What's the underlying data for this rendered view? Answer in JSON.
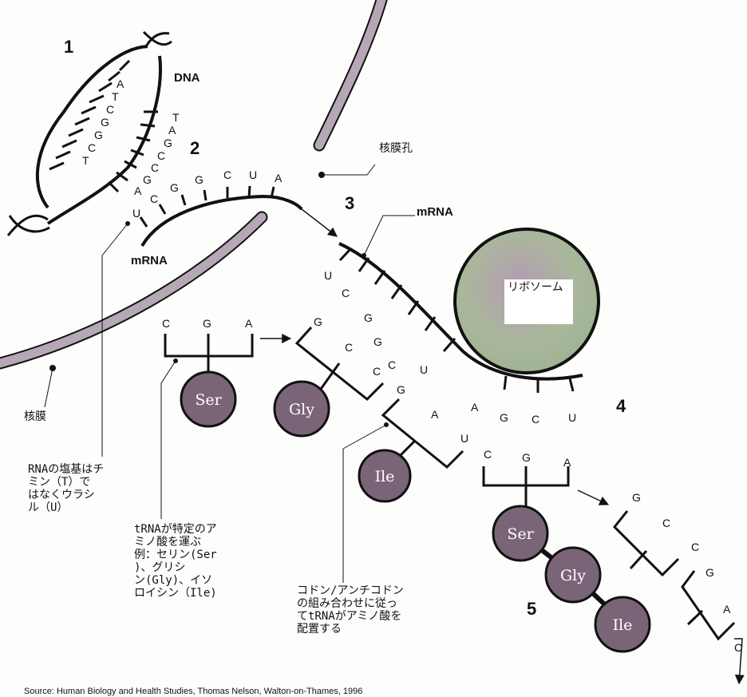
{
  "steps": [
    "1",
    "2",
    "3",
    "4",
    "5"
  ],
  "labels": {
    "dna": "DNA",
    "mrna_left": "mRNA",
    "mrna_right": "mRNA",
    "nuclear_pore": "核膜孔",
    "nuclear_membrane": "核膜",
    "ribosome": "リボソーム"
  },
  "dna_bases": {
    "left": [
      "A",
      "T",
      "C",
      "G",
      "G",
      "C",
      "T"
    ],
    "right": [
      "T",
      "A",
      "G",
      "C",
      "C",
      "G",
      "A"
    ]
  },
  "transcript_bases": [
    "U",
    "C",
    "G",
    "G",
    "C",
    "U",
    "A"
  ],
  "mrna_bases": [
    "U",
    "C",
    "G",
    "G",
    "C",
    "U",
    "A",
    "G",
    "C",
    "U"
  ],
  "trna_free": {
    "anticodon": [
      "C",
      "G",
      "A"
    ],
    "amino_acid": "Ser"
  },
  "trna_bound": [
    {
      "anticodon": [
        "G",
        "C",
        "C"
      ],
      "amino_acid": "Gly"
    },
    {
      "anticodon": [
        "G",
        "A",
        "U"
      ],
      "amino_acid": "Ile"
    }
  ],
  "trna_exit": {
    "anticodon": [
      "C",
      "G",
      "A"
    ],
    "amino_acid": "Ser"
  },
  "trna_incoming_bases": [
    "G",
    "C",
    "C",
    "G",
    "A",
    "C"
  ],
  "peptide_chain": [
    "Ser",
    "Gly",
    "Ile"
  ],
  "notes": {
    "rna_base": "RNAの塩基はチ\nミン（T）で\nはなくウラシ\nル（U）",
    "trna_carry": "tRNAが特定のア\nミノ酸を運ぶ\n例：セリン(Ser\n)、グリシ\nン(Gly)、イソ\nロイシン（Ile)",
    "codon": "コドン/アンチコドン\nの組み合わせに従っ\nてtRNAがアミノ酸を\n配置する"
  },
  "source": "Source: Human Biology and Health Studies, Thomas Nelson, Walton-on-Thames, 1996",
  "colors": {
    "membrane": "#a9b89a",
    "ribosome": "#a88fa8",
    "amino_acid": "#7a6578",
    "ink": "#111111"
  }
}
